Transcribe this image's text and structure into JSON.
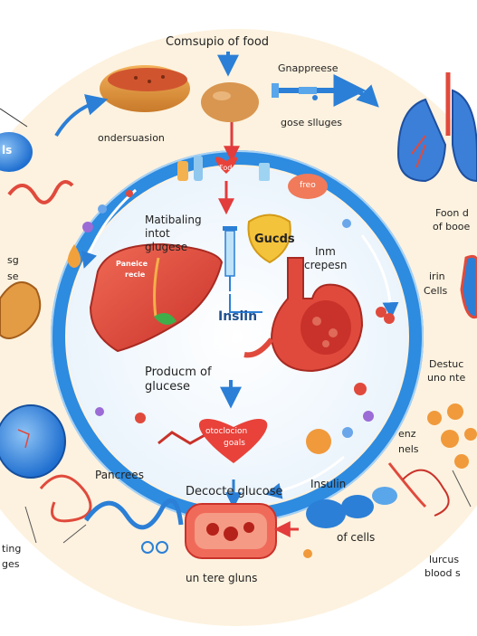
{
  "labels": {
    "top": "Comsupio of food",
    "gnappreese": "Gnappreese",
    "gose_sluges": "gose slluges",
    "ondersuasion": "ondersuasion",
    "left_blue_cell": "ls",
    "fod_heart": "Fod",
    "freo": "freo",
    "metabolizing": [
      "Matibaling",
      "intot",
      "glugese"
    ],
    "gucds": "Gucds",
    "inm_crepesn": [
      "Inm",
      "crepesn"
    ],
    "right_top": [
      "Foon d",
      "of booe"
    ],
    "left_middle": [
      "sg",
      "se"
    ],
    "liver_text": [
      "Paneice",
      "recie"
    ],
    "insulin_center": "Insiin",
    "irin_cells": [
      "irin",
      "Cells"
    ],
    "production": [
      "Producm of",
      "glucese"
    ],
    "destruction": [
      "Destuc",
      "uno nte"
    ],
    "heart_bottom": [
      "otoclocion",
      "goals"
    ],
    "enz_nels": [
      "enz",
      "nels"
    ],
    "pancrees": "Pancrees",
    "decocte_glucose": "Decocte glucose",
    "insulin_right": "Insulin",
    "of_cells": "of cells",
    "left_bottom": [
      "ting",
      "ges"
    ],
    "untere_gluns": "un tere gluns",
    "lurcus": [
      "lurcus",
      "blood s"
    ]
  },
  "colors": {
    "background_circle": "#fdf2df",
    "ring": "#2d8be0",
    "arrow_red": "#e23c3c",
    "arrow_blue": "#2b7fd6",
    "liver": "#e04a3c",
    "heart": "#e8423a"
  }
}
